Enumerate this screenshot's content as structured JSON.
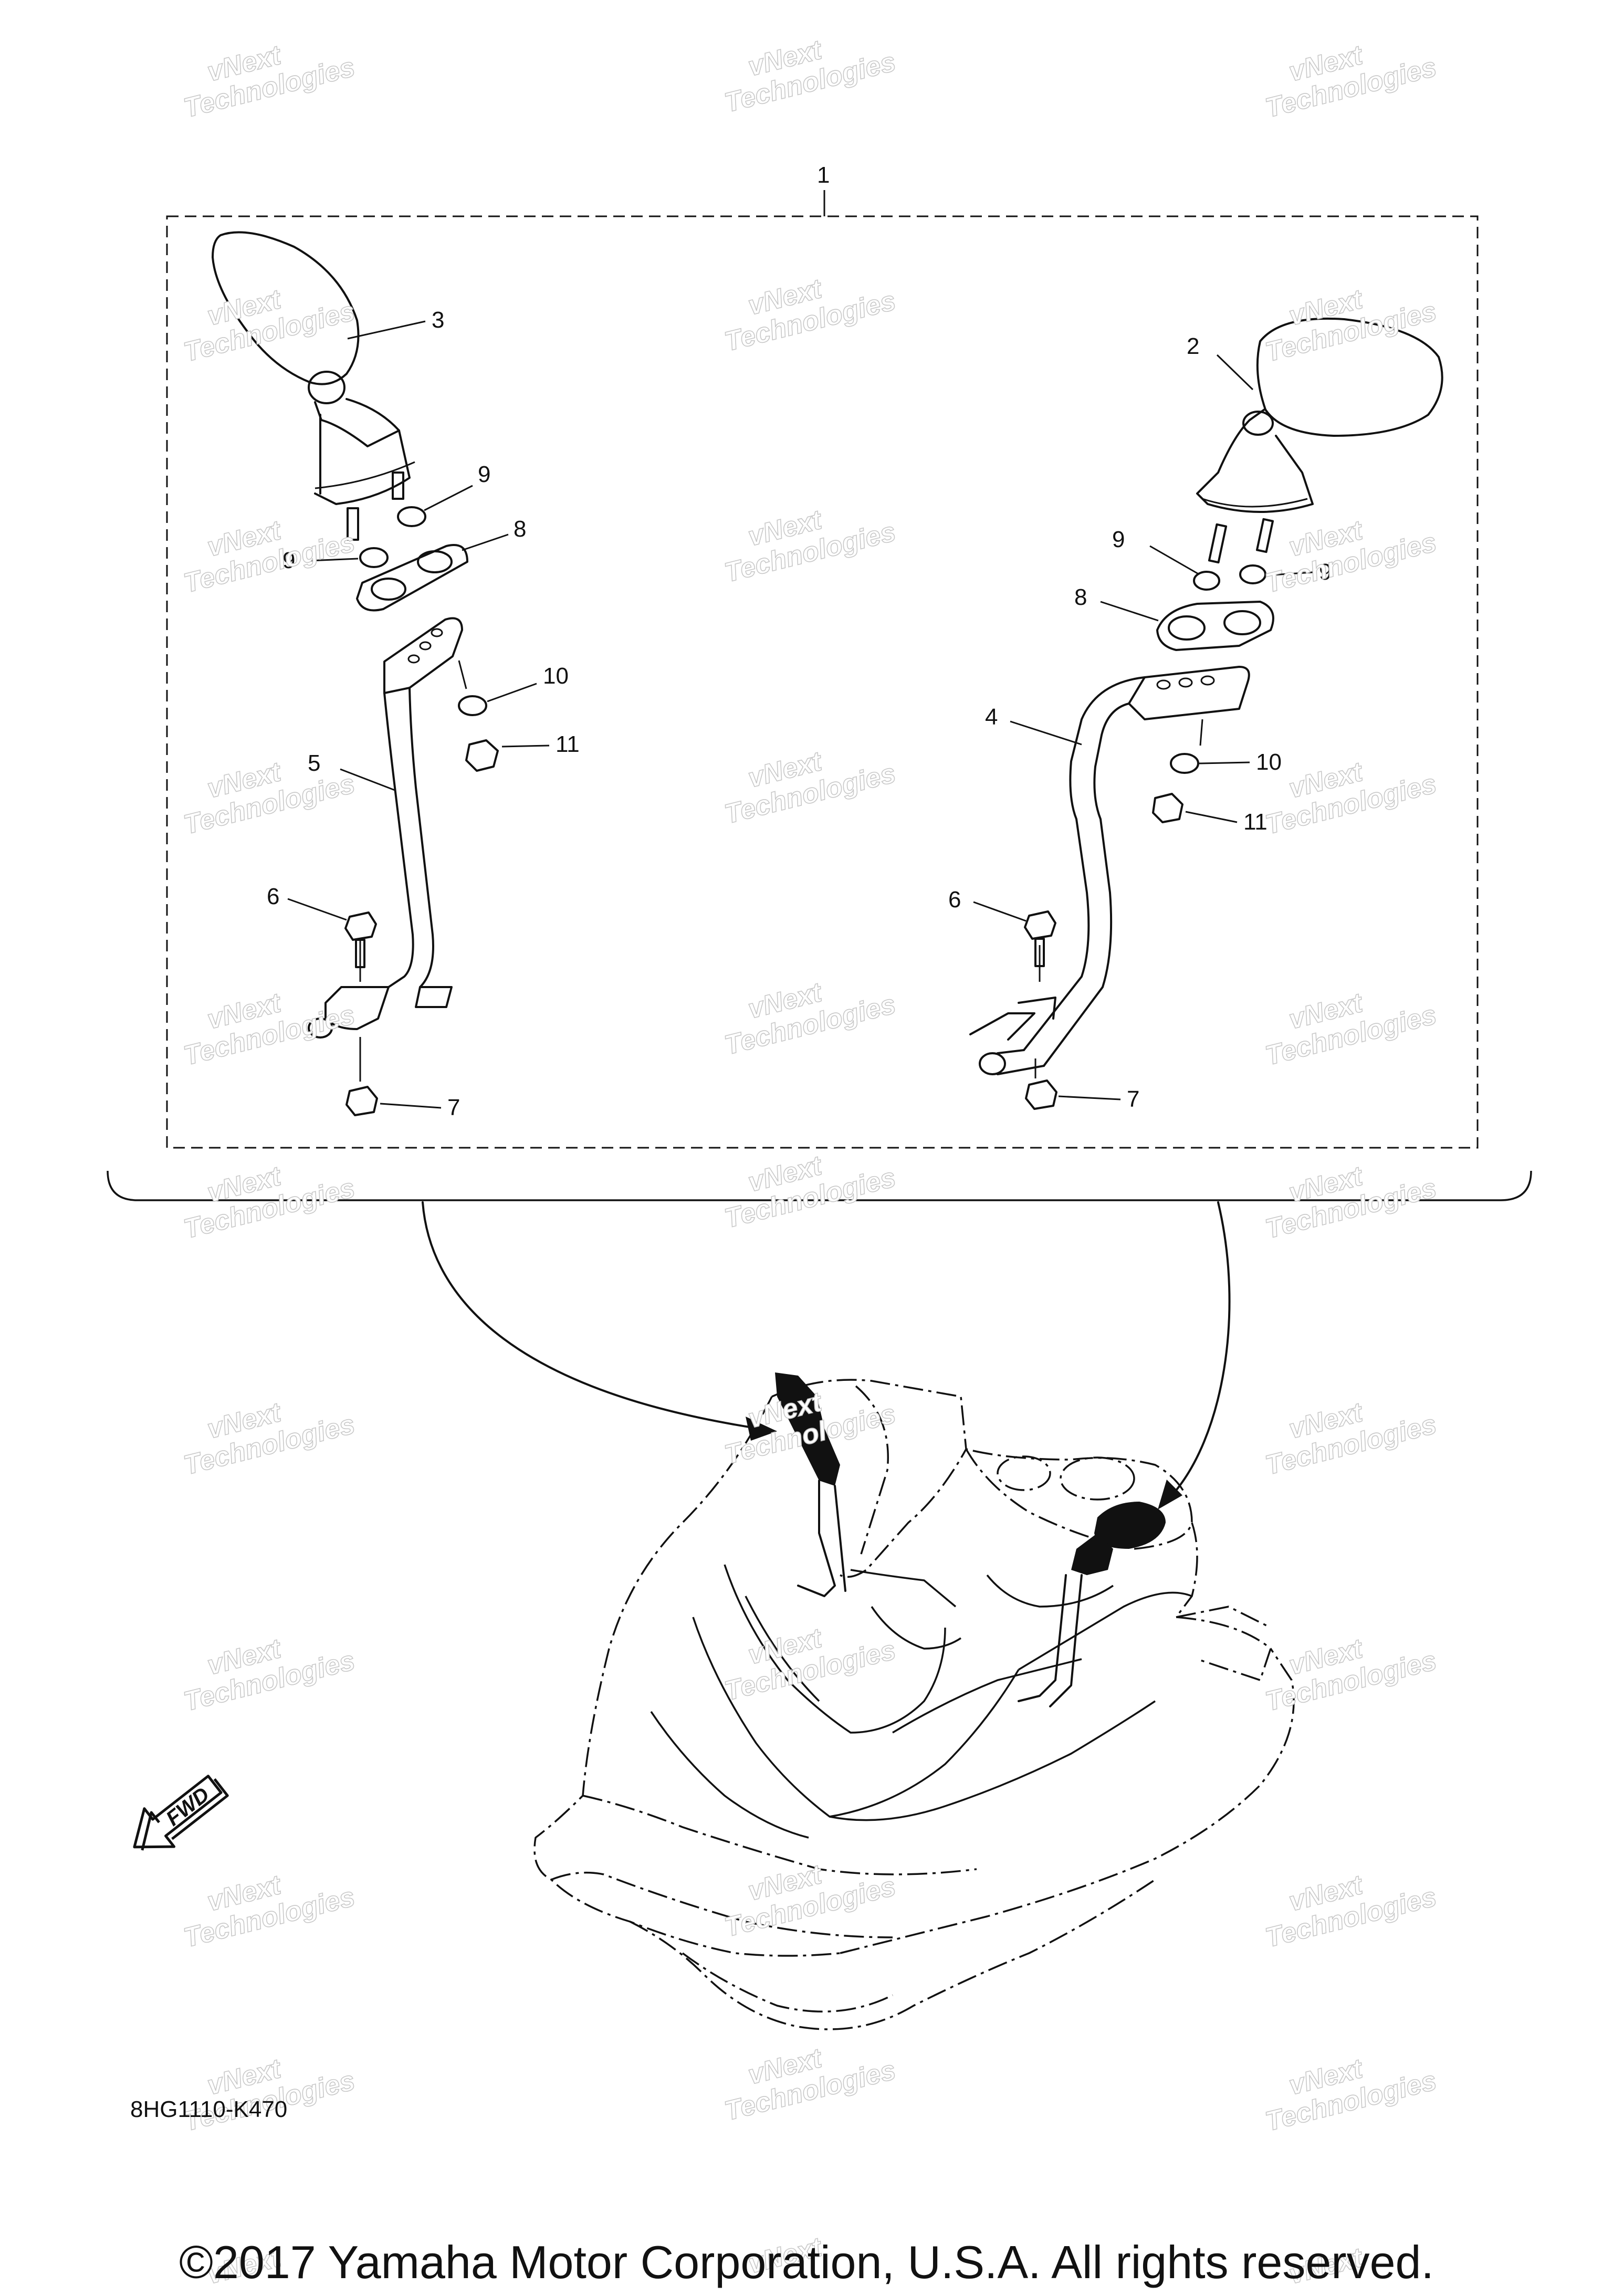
{
  "diagram": {
    "assembly_callout": "1",
    "callouts": [
      "2",
      "3",
      "4",
      "5",
      "6",
      "6",
      "7",
      "7",
      "8",
      "8",
      "9",
      "9",
      "9",
      "9",
      "10",
      "10",
      "11",
      "11"
    ],
    "fwd_label": "FWD",
    "diagram_code": "8HG1110-K470",
    "watermark_line1": "vNext",
    "watermark_line2": "Technologies",
    "copyright": "©2017 Yamaha Motor Corporation, U.S.A. All rights reserved."
  }
}
